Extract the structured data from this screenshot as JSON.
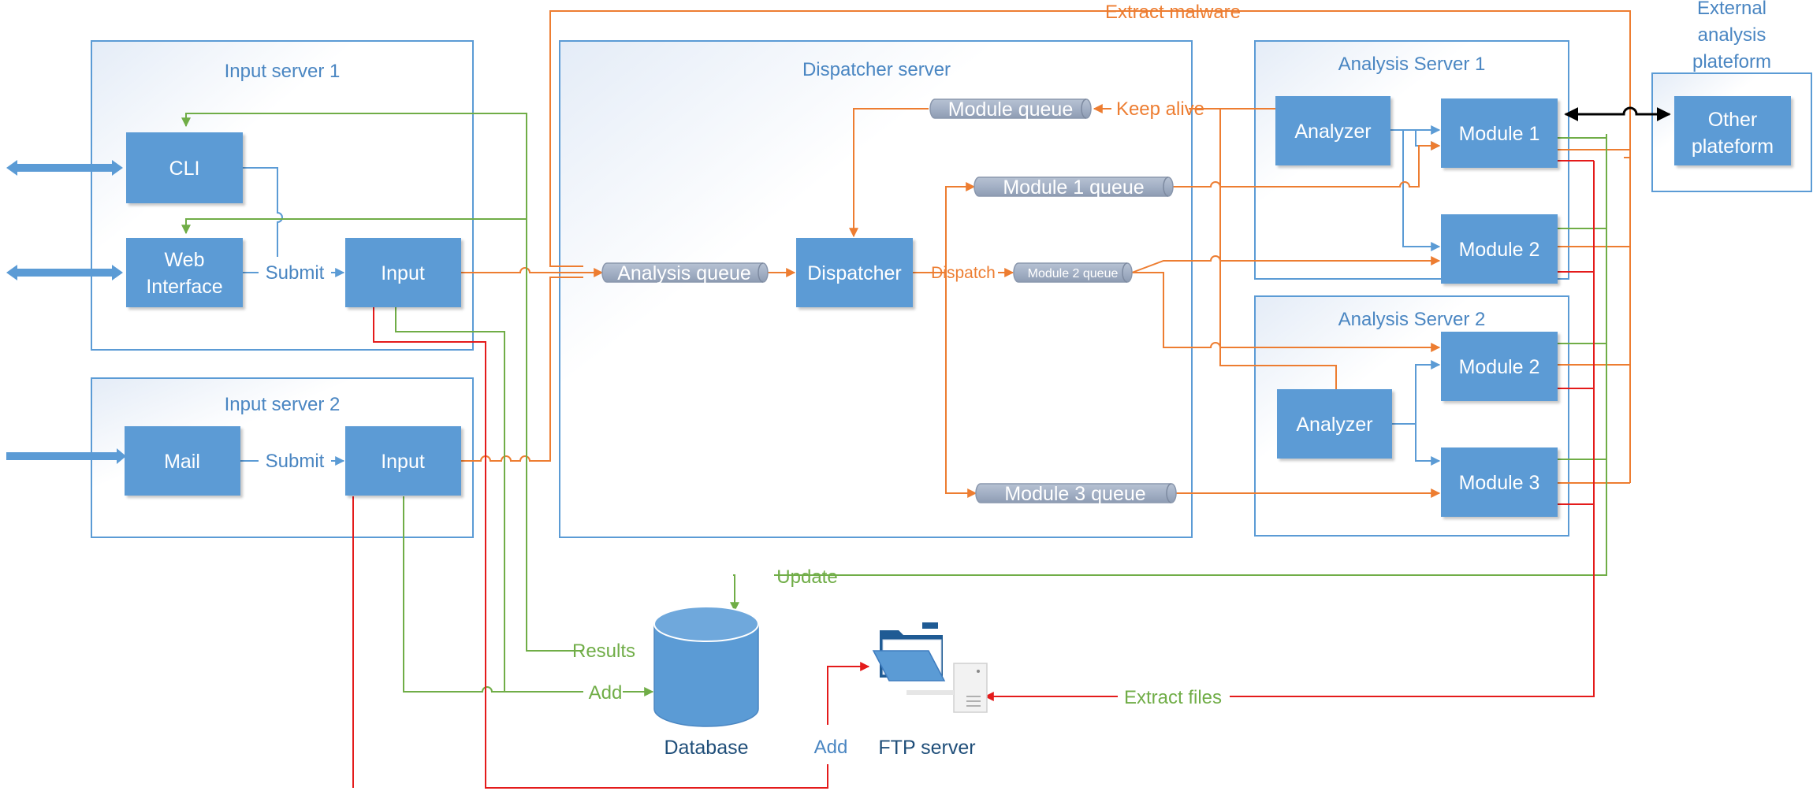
{
  "groups": {
    "input_server_1": "Input server 1",
    "input_server_2": "Input server 2",
    "dispatcher_server": "Dispatcher server",
    "analysis_server_1": "Analysis Server 1",
    "analysis_server_2": "Analysis Server 2",
    "external_line1": "External",
    "external_line2": "analysis",
    "external_line3": "plateform"
  },
  "nodes": {
    "cli": "CLI",
    "web_line1": "Web",
    "web_line2": "Interface",
    "input1": "Input",
    "mail": "Mail",
    "input2": "Input",
    "dispatcher": "Dispatcher",
    "analyzer1": "Analyzer",
    "as1_module1": "Module 1",
    "as1_module2": "Module 2",
    "analyzer2": "Analyzer",
    "as2_module2": "Module 2",
    "as2_module3": "Module 3",
    "other_line1": "Other",
    "other_line2": "plateform",
    "database": "Database",
    "ftp": "FTP server"
  },
  "queues": {
    "analysis": "Analysis queue",
    "module": "Module queue",
    "module1": "Module 1 queue",
    "module2": "Module 2 queue",
    "module3": "Module 3 queue"
  },
  "edge_labels": {
    "submit1": "Submit",
    "submit2": "Submit",
    "dispatch": "Dispatch",
    "keep_alive": "Keep alive",
    "extract_malware": "Extract malware",
    "update": "Update",
    "results": "Results",
    "add_db": "Add",
    "add_ftp": "Add",
    "extract_files": "Extract files"
  },
  "colors": {
    "box": "#5b9bd5",
    "group_border": "#5b9bd5",
    "queue": "#a5b2c6",
    "blue_line": "#5b9bd5",
    "orange_line": "#ed7d31",
    "green_line": "#70ad47",
    "red_line": "#e41b1b",
    "black_line": "#000000"
  }
}
